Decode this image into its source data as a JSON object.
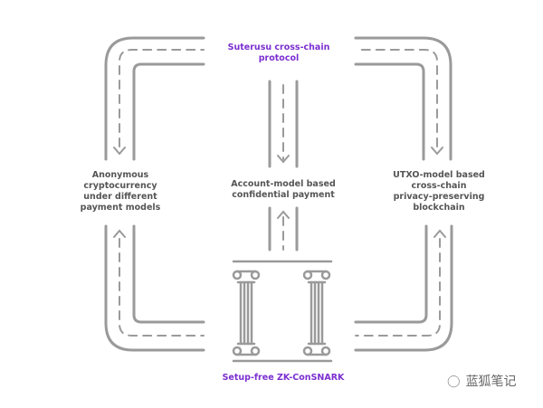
{
  "title": "Suterusu cross-chain protocol",
  "nodes": {
    "left": [
      "Anonymous",
      "cryptocurrency",
      "under different",
      "payment models"
    ],
    "center": [
      "Account-model based",
      "confidential payment"
    ],
    "right": [
      "UTXO-model based",
      "cross-chain",
      "privacy-preserving",
      "blockchain"
    ],
    "bottom": "Setup-free ZK-ConSNARK"
  },
  "title_lines": [
    "Suterusu cross-chain",
    "protocol"
  ],
  "watermark": "蓝狐笔记",
  "colors": {
    "accent": "#7b2fd0",
    "road": "#999999",
    "text": "#555555"
  }
}
